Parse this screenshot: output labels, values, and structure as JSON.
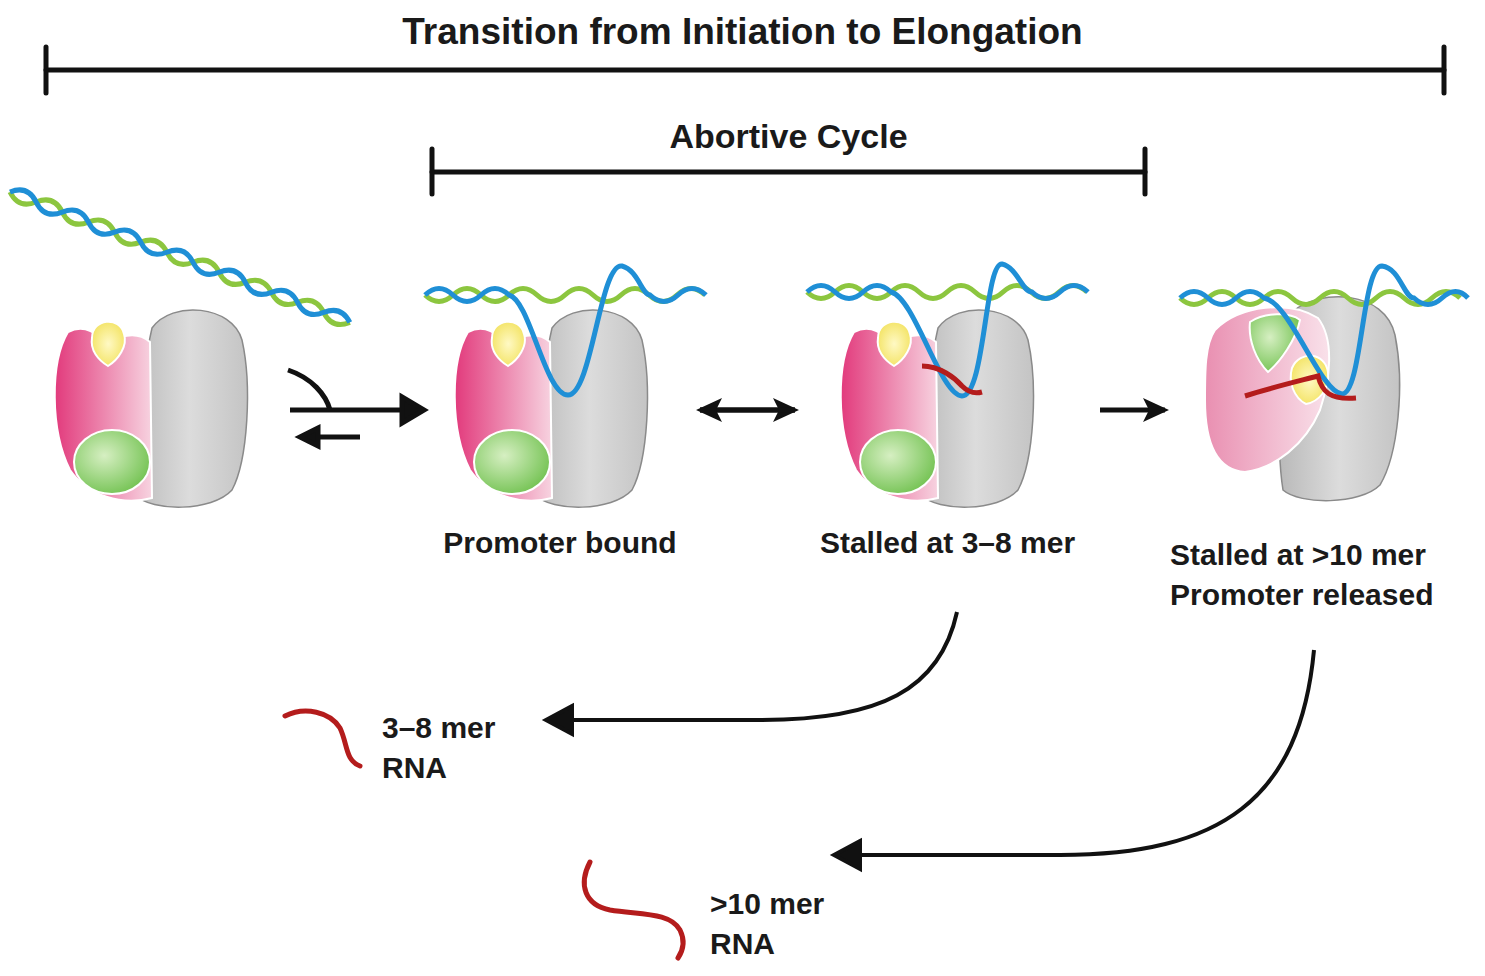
{
  "diagram": {
    "title": "Transition from Initiation to Elongation",
    "nodes": [
      {
        "text": [
          "Promoter bound"
        ]
      },
      {
        "text": [
          "Stalled at 3–8 mer"
        ]
      },
      {
        "text": [
          "Stalled at >10 mer Promoter released"
        ]
      }
    ],
    "edges": [
      {
        "from": 0,
        "to": 1,
        "arrow": "to"
      },
      {
        "from": 1,
        "to": 2,
        "arrow": "to"
      },
      {
        "from": 1,
        "to": 0,
        "arrow": "to"
      }
    ],
    "labels": [
      "Abortive Cycle",
      "3–8 mer RNA",
      ">10 mer RNA"
    ]
  }
}
